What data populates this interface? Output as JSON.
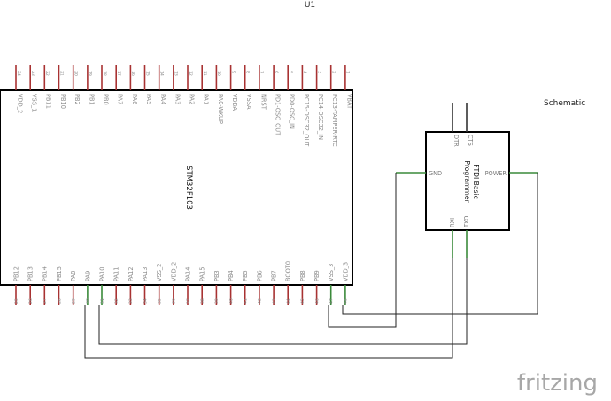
{
  "schematic": {
    "title": "Schematic",
    "logo": "fritzing",
    "mcu": {
      "ref": "U1",
      "name": "STM32F103",
      "top_pins": [
        {
          "num": "24",
          "label": "VDD_2"
        },
        {
          "num": "23",
          "label": "VSS_1"
        },
        {
          "num": "22",
          "label": "PB11"
        },
        {
          "num": "21",
          "label": "PB10"
        },
        {
          "num": "20",
          "label": "PB2"
        },
        {
          "num": "19",
          "label": "PB1"
        },
        {
          "num": "18",
          "label": "PB0"
        },
        {
          "num": "17",
          "label": "PA7"
        },
        {
          "num": "16",
          "label": "PA6"
        },
        {
          "num": "15",
          "label": "PA5"
        },
        {
          "num": "14",
          "label": "PA4"
        },
        {
          "num": "13",
          "label": "PA3"
        },
        {
          "num": "12",
          "label": "PA2"
        },
        {
          "num": "11",
          "label": "PA1"
        },
        {
          "num": "10",
          "label": "PA0-WKUP"
        },
        {
          "num": "9",
          "label": "VDDA"
        },
        {
          "num": "8",
          "label": "VSSA"
        },
        {
          "num": "7",
          "label": "NRST"
        },
        {
          "num": "6",
          "label": "PD1-OSC_OUT"
        },
        {
          "num": "5",
          "label": "PD0-OSC_IN"
        },
        {
          "num": "4",
          "label": "PC15-OSC32_OUT"
        },
        {
          "num": "3",
          "label": "PC14-OSC32_IN"
        },
        {
          "num": "2",
          "label": "PC13-TAMPER-RTC"
        },
        {
          "num": "1",
          "label": "VBAT"
        }
      ],
      "bottom_pins": [
        {
          "num": "25",
          "label": "PB12"
        },
        {
          "num": "26",
          "label": "PB13"
        },
        {
          "num": "27",
          "label": "PB14"
        },
        {
          "num": "28",
          "label": "PB15"
        },
        {
          "num": "29",
          "label": "PA8"
        },
        {
          "num": "30",
          "label": "PA9"
        },
        {
          "num": "31",
          "label": "PA10"
        },
        {
          "num": "32",
          "label": "PA11"
        },
        {
          "num": "33",
          "label": "PA12"
        },
        {
          "num": "34",
          "label": "PA13"
        },
        {
          "num": "35",
          "label": "VSS_2"
        },
        {
          "num": "36",
          "label": "VDD_2"
        },
        {
          "num": "37",
          "label": "PA14"
        },
        {
          "num": "38",
          "label": "PA15"
        },
        {
          "num": "39",
          "label": "PB3"
        },
        {
          "num": "40",
          "label": "PB4"
        },
        {
          "num": "41",
          "label": "PB5"
        },
        {
          "num": "42",
          "label": "PB6"
        },
        {
          "num": "43",
          "label": "PB7"
        },
        {
          "num": "44",
          "label": "BOOT0"
        },
        {
          "num": "45",
          "label": "PB8"
        },
        {
          "num": "46",
          "label": "PB9"
        },
        {
          "num": "47",
          "label": "VSS_3"
        },
        {
          "num": "48",
          "label": "VDD_3"
        }
      ]
    },
    "ftdi": {
      "name_line1": "FTDI Basic",
      "name_line2": "Programmer",
      "pins": {
        "dtr": "DTR",
        "cts": "CTS",
        "gnd": "GND",
        "power": "POWER",
        "rxi": "RXI",
        "txo": "TXO"
      }
    },
    "colors": {
      "pin_red": "#a83232",
      "wire_green": "#3a8a3a",
      "wire": "#222222",
      "logo_gray": "#a7a7a7"
    }
  }
}
